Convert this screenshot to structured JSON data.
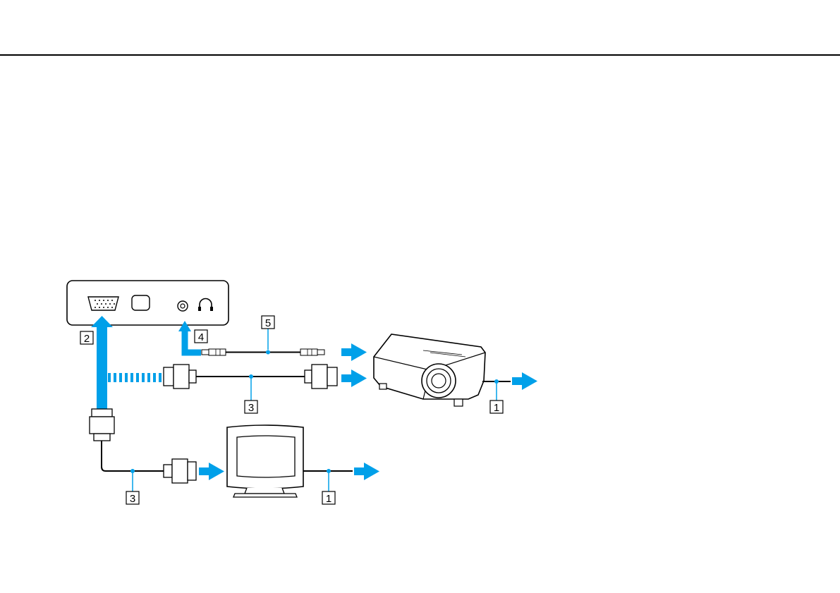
{
  "colors": {
    "accent_blue": "#00a0e9",
    "line": "#000000",
    "device_fill": "#ffffff",
    "screen_fill": "#ffffff"
  },
  "callouts": {
    "power_cord": "1",
    "display_cable_adapter": "2",
    "display_cable": "3",
    "headphones_jack": "4",
    "audio_cable": "5"
  },
  "icons": {
    "monitor_port": "vga-port-icon",
    "hdmi_port": "hdmi-port-icon",
    "headphones_jack": "headphone-jack-icon",
    "headphones_symbol": "headphones-icon",
    "projector": "projector-icon",
    "monitor": "monitor-icon"
  }
}
